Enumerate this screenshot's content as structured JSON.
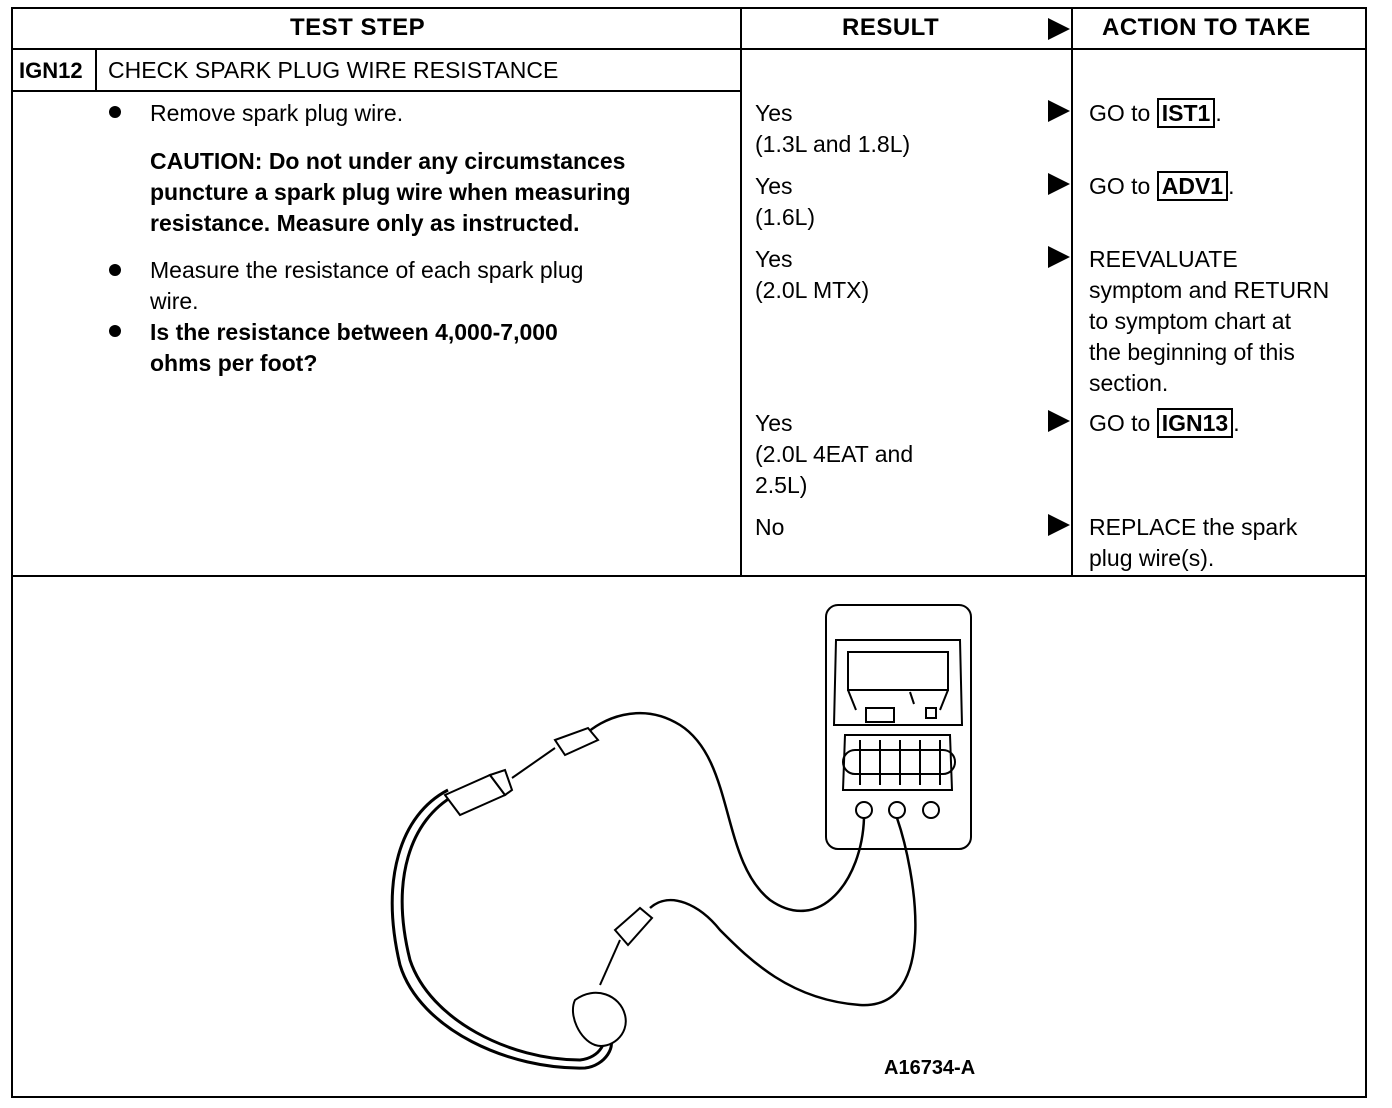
{
  "headers": {
    "test_step": "TEST STEP",
    "result": "RESULT",
    "action": "ACTION TO TAKE"
  },
  "step": {
    "id": "IGN12",
    "title": "CHECK SPARK PLUG WIRE RESISTANCE"
  },
  "instructions": {
    "item1": "Remove spark plug wire.",
    "caution": [
      "CAUTION: Do not under any circumstances",
      "puncture a spark plug wire when measuring",
      "resistance. Measure only as instructed."
    ],
    "item2": [
      "Measure the resistance of each spark plug",
      "wire."
    ],
    "item3": [
      "Is the resistance between 4,000-7,000",
      "ohms per foot?"
    ]
  },
  "results": [
    {
      "lines": [
        "Yes",
        "(1.3L and 1.8L)"
      ]
    },
    {
      "lines": [
        "Yes",
        "(1.6L)"
      ]
    },
    {
      "lines": [
        "Yes",
        "(2.0L MTX)"
      ]
    },
    {
      "lines": [
        "Yes",
        "(2.0L 4EAT and",
        "2.5L)"
      ]
    },
    {
      "lines": [
        "No"
      ]
    }
  ],
  "actions": [
    {
      "prefix": "GO to ",
      "ref": "IST1",
      "suffix": "."
    },
    {
      "prefix": "GO to ",
      "ref": "ADV1",
      "suffix": "."
    },
    {
      "lines": [
        "REEVALUATE",
        "symptom and RETURN",
        "to symptom chart at",
        "the beginning of this",
        "section."
      ]
    },
    {
      "prefix": "GO to ",
      "ref": "IGN13",
      "suffix": "."
    },
    {
      "lines": [
        "REPLACE the spark",
        "plug wire(s)."
      ]
    }
  ],
  "figure": {
    "label": "A16734-A"
  }
}
